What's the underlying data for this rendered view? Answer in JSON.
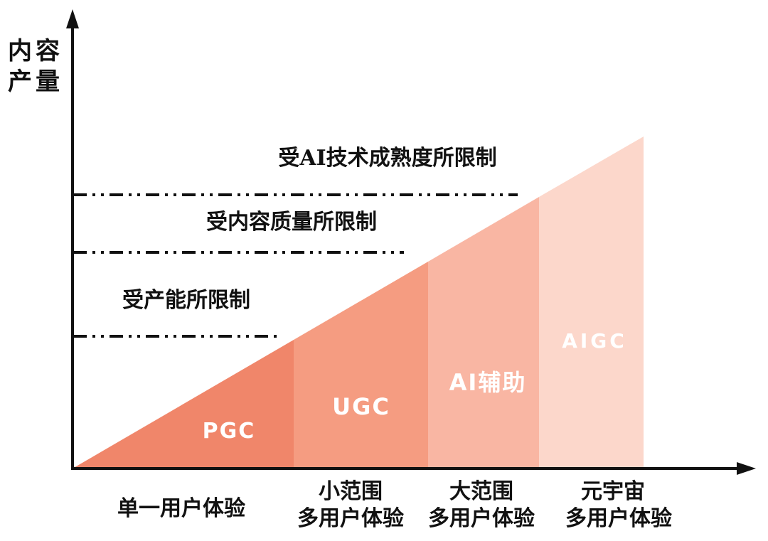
{
  "diagram": {
    "y_axis": {
      "label_line1": "内容",
      "label_line2": "产量"
    },
    "x_axis": {
      "categories": [
        {
          "line1": "单一用户体验",
          "line2": ""
        },
        {
          "line1": "小范围",
          "line2": "多用户体验"
        },
        {
          "line1": "大范围",
          "line2": "多用户体验"
        },
        {
          "line1": "元宇宙",
          "line2": "多用户体验"
        }
      ]
    },
    "limit_lines": [
      {
        "label": "受产能所限制"
      },
      {
        "label": "受内容质量所限制"
      },
      {
        "label": "受AI技术成熟度所限制"
      }
    ],
    "segments": [
      {
        "label": "PGC",
        "color": "#F0866A"
      },
      {
        "label": "UGC",
        "color": "#F59C81"
      },
      {
        "label": "AI辅助",
        "color": "#F9B6A3"
      },
      {
        "label": "AIGC",
        "color": "#FCD7CB"
      }
    ],
    "colors": {
      "axis": "#111111",
      "limit_line": "#111111",
      "text": "#111111",
      "segment_label_text": "#FFFFFF",
      "background": "#FFFFFF"
    }
  },
  "chart_data": {
    "type": "area",
    "title": "",
    "ylabel": "内容产量",
    "xlabel": "",
    "categories": [
      "单一用户体验",
      "小范围多用户体验",
      "大范围多用户体验",
      "元宇宙多用户体验"
    ],
    "stages": [
      "PGC",
      "UGC",
      "AI辅助",
      "AIGC"
    ],
    "trend": "linear-increasing",
    "relative_output_range_per_stage": [
      [
        0,
        0.39
      ],
      [
        0.39,
        0.62
      ],
      [
        0.62,
        0.82
      ],
      [
        0.82,
        1.0
      ]
    ],
    "limit_lines": [
      {
        "label": "受产能所限制",
        "relative_level": 0.4,
        "applies_after_stage": "PGC"
      },
      {
        "label": "受内容质量所限制",
        "relative_level": 0.65,
        "applies_after_stage": "UGC"
      },
      {
        "label": "受AI技术成熟度所限制",
        "relative_level": 0.82,
        "applies_after_stage": "AI辅助"
      }
    ],
    "legend": "none",
    "grid": false
  }
}
